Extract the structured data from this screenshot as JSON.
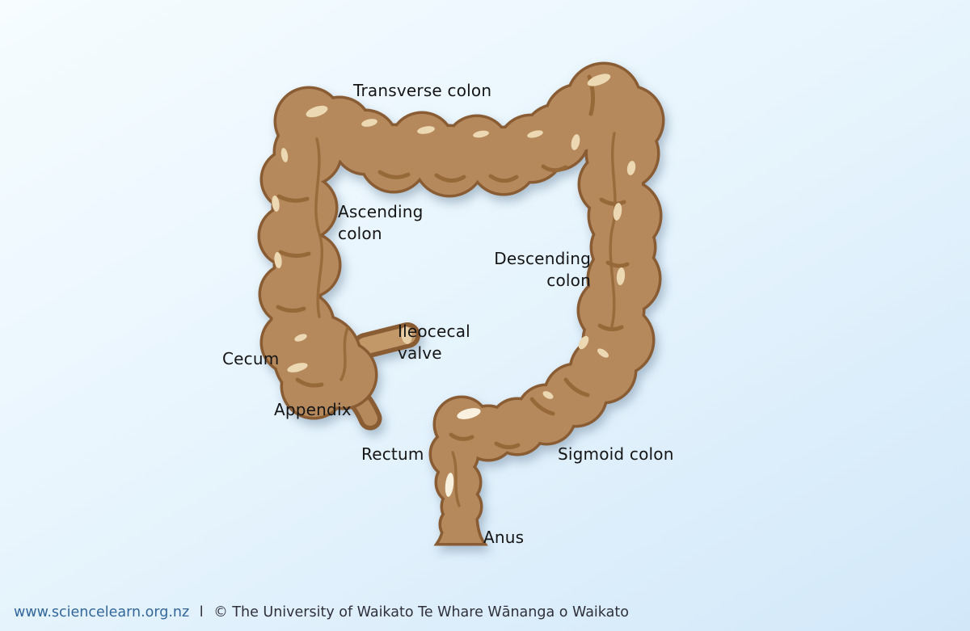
{
  "diagram": {
    "labels": {
      "transverse_colon": "Transverse colon",
      "ascending_colon_line1": "Ascending",
      "ascending_colon_line2": "colon",
      "descending_colon_line1": "Descending",
      "descending_colon_line2": "colon",
      "ileocecal_valve_line1": "Ileocecal",
      "ileocecal_valve_line2": "valve",
      "cecum": "Cecum",
      "appendix": "Appendix",
      "rectum": "Rectum",
      "sigmoid_colon": "Sigmoid colon",
      "anus": "Anus"
    }
  },
  "footer": {
    "link": "www.sciencelearn.org.nz",
    "separator": "l",
    "credit": "© The University of Waikato Te Whare Wānanga o Waikato"
  },
  "colors": {
    "background_top": "#f6fcff",
    "background_bottom": "#d2e8f9",
    "colon_fill": "#b6895d",
    "colon_outline": "#8a5c33",
    "colon_crease": "#976939",
    "colon_highlight": "#ecd9b4",
    "colon_highlight_bright": "#f8f1e0",
    "valve_inner": "#c29869",
    "valve_opening": "#e6cda4",
    "label_text": "#151515",
    "footer_link_color": "#336699",
    "footer_text_color": "#30303a"
  }
}
